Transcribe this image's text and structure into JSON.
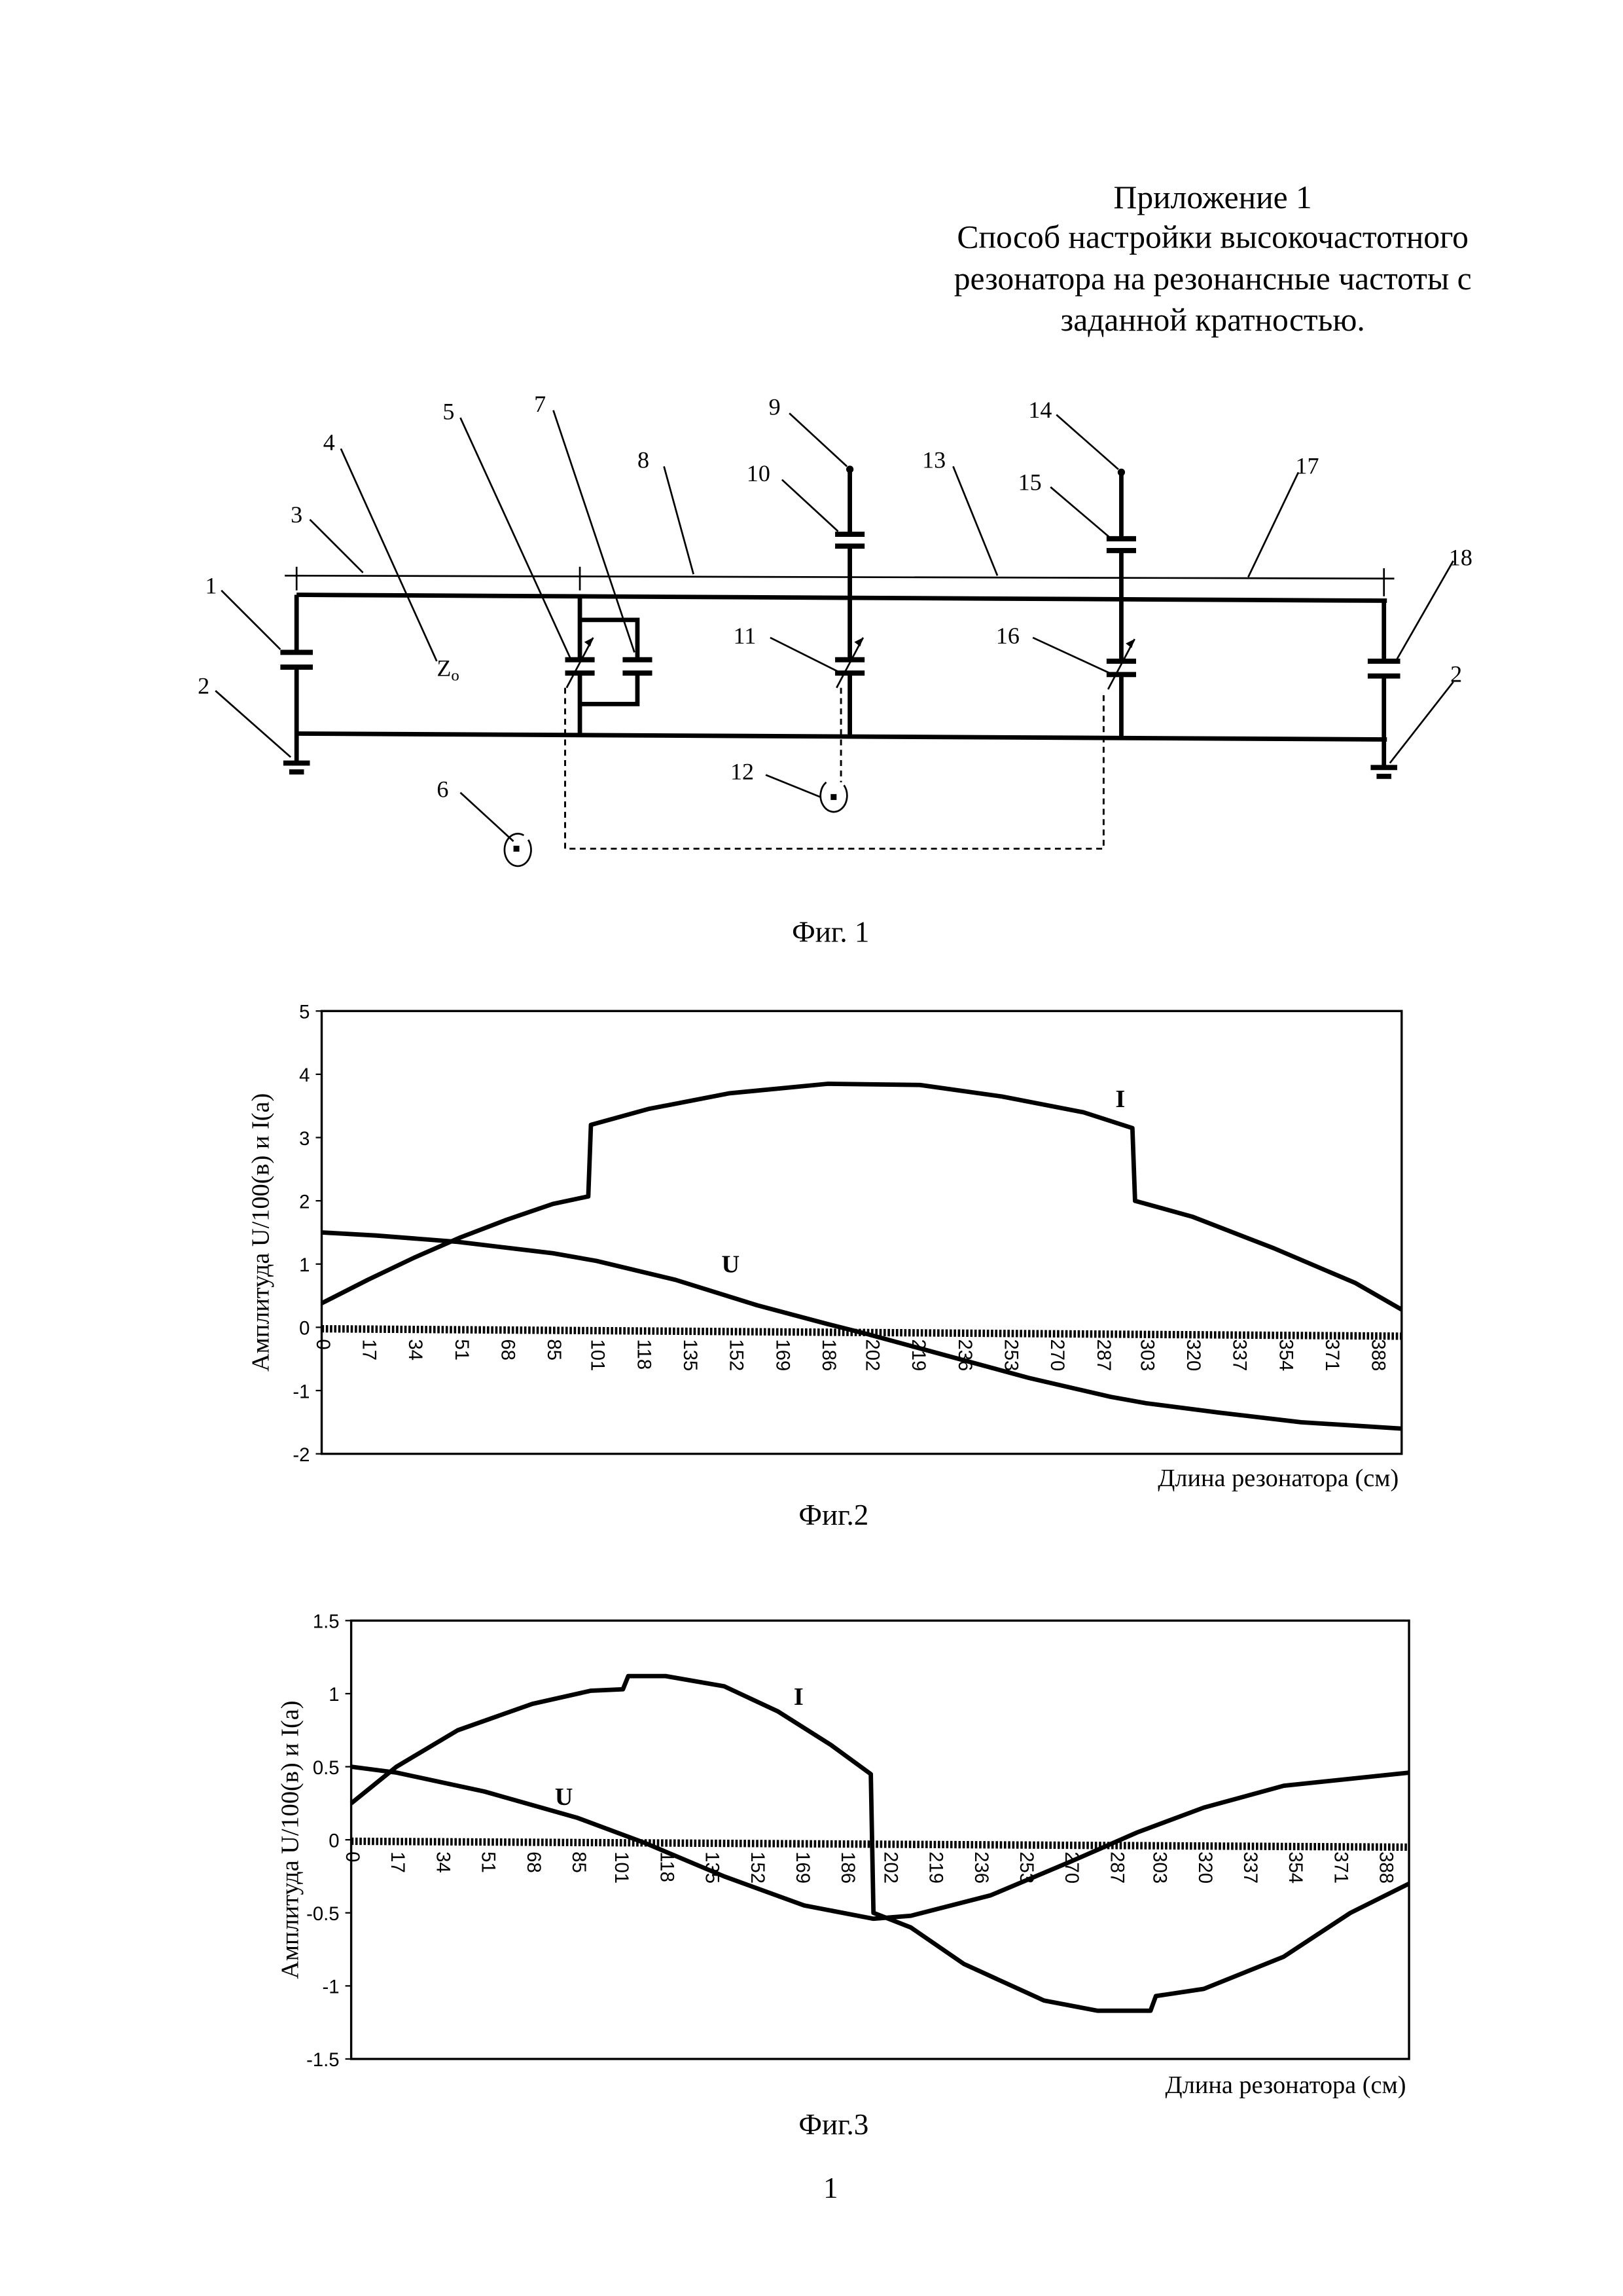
{
  "header": {
    "lines": [
      "Приложение 1",
      "Способ настройки высокочастотного",
      "резонатора на резонансные частоты с",
      "заданной кратностью."
    ]
  },
  "figure1": {
    "caption": "Фиг. 1",
    "callouts": {
      "n1": "1",
      "n2a": "2",
      "n2b": "2",
      "n3": "3",
      "n4": "4",
      "n5": "5",
      "n6": "6",
      "n7": "7",
      "n8": "8",
      "n9": "9",
      "n10": "10",
      "n11": "11",
      "n12": "12",
      "n13": "13",
      "n14": "14",
      "n15": "15",
      "n16": "16",
      "n17": "17",
      "n18": "18"
    },
    "impedance_label": "Z",
    "impedance_sub": "o"
  },
  "chart_data": [
    {
      "id": "fig2",
      "type": "line",
      "caption": "Фиг.2",
      "xlabel": "Длина резонатора (см)",
      "ylabel": "Амплитуда U/100(в) и I(а)",
      "ylim": [
        -2,
        5
      ],
      "xlim": [
        0,
        397
      ],
      "yticks": [
        "5",
        "4",
        "3",
        "2",
        "1",
        "0",
        "-1",
        "-2"
      ],
      "ytick_values": [
        5,
        4,
        3,
        2,
        1,
        0,
        -1,
        -2
      ],
      "xticks": [
        "0",
        "17",
        "34",
        "51",
        "68",
        "85",
        "101",
        "118",
        "135",
        "152",
        "169",
        "186",
        "202",
        "219",
        "236",
        "253",
        "270",
        "287",
        "303",
        "320",
        "337",
        "354",
        "371",
        "388"
      ],
      "grid": false,
      "series": [
        {
          "name": "I",
          "x": [
            0,
            17,
            34,
            51,
            68,
            85,
            98,
            99,
            120,
            150,
            186,
            220,
            250,
            280,
            298,
            299,
            320,
            350,
            380,
            397
          ],
          "y": [
            0.38,
            0.75,
            1.1,
            1.42,
            1.7,
            1.95,
            2.07,
            3.2,
            3.45,
            3.7,
            3.85,
            3.83,
            3.65,
            3.4,
            3.15,
            2.0,
            1.75,
            1.25,
            0.7,
            0.28
          ]
        },
        {
          "name": "U",
          "x": [
            0,
            20,
            50,
            85,
            101,
            130,
            160,
            186,
            200,
            230,
            260,
            290,
            303,
            330,
            360,
            397
          ],
          "y": [
            1.5,
            1.45,
            1.35,
            1.17,
            1.05,
            0.75,
            0.35,
            0.05,
            -0.1,
            -0.45,
            -0.8,
            -1.1,
            -1.2,
            -1.35,
            -1.5,
            -1.6
          ]
        }
      ]
    },
    {
      "id": "fig3",
      "type": "line",
      "caption": "Фиг.3",
      "xlabel": "Длина резонатора (см)",
      "ylabel": "Амплитуда U/100(в) и I(а)",
      "ylim": [
        -1.5,
        1.5
      ],
      "xlim": [
        0,
        397
      ],
      "yticks": [
        "1.5",
        "1",
        "0.5",
        "0",
        "-0.5",
        "-1",
        "-1.5"
      ],
      "ytick_values": [
        1.5,
        1,
        0.5,
        0,
        -0.5,
        -1,
        -1.5
      ],
      "xticks": [
        "0",
        "17",
        "34",
        "51",
        "68",
        "85",
        "101",
        "118",
        "135",
        "152",
        "169",
        "186",
        "202",
        "219",
        "236",
        "253",
        "270",
        "287",
        "303",
        "320",
        "337",
        "354",
        "371",
        "388"
      ],
      "grid": false,
      "series": [
        {
          "name": "I",
          "x": [
            0,
            17,
            40,
            68,
            90,
            102,
            104,
            118,
            140,
            160,
            180,
            195,
            196,
            210,
            230,
            260,
            280,
            300,
            302,
            320,
            350,
            375,
            397
          ],
          "y": [
            0.25,
            0.5,
            0.75,
            0.93,
            1.02,
            1.03,
            1.12,
            1.12,
            1.05,
            0.88,
            0.65,
            0.45,
            -0.5,
            -0.6,
            -0.85,
            -1.1,
            -1.17,
            -1.17,
            -1.07,
            -1.02,
            -0.8,
            -0.5,
            -0.3
          ]
        },
        {
          "name": "U",
          "x": [
            0,
            17,
            50,
            85,
            110,
            140,
            170,
            196,
            210,
            240,
            270,
            295,
            320,
            350,
            397
          ],
          "y": [
            0.5,
            0.46,
            0.33,
            0.15,
            -0.02,
            -0.25,
            -0.45,
            -0.54,
            -0.52,
            -0.38,
            -0.15,
            0.05,
            0.22,
            0.37,
            0.46
          ]
        }
      ]
    }
  ],
  "footer": {
    "page_number": "1"
  }
}
